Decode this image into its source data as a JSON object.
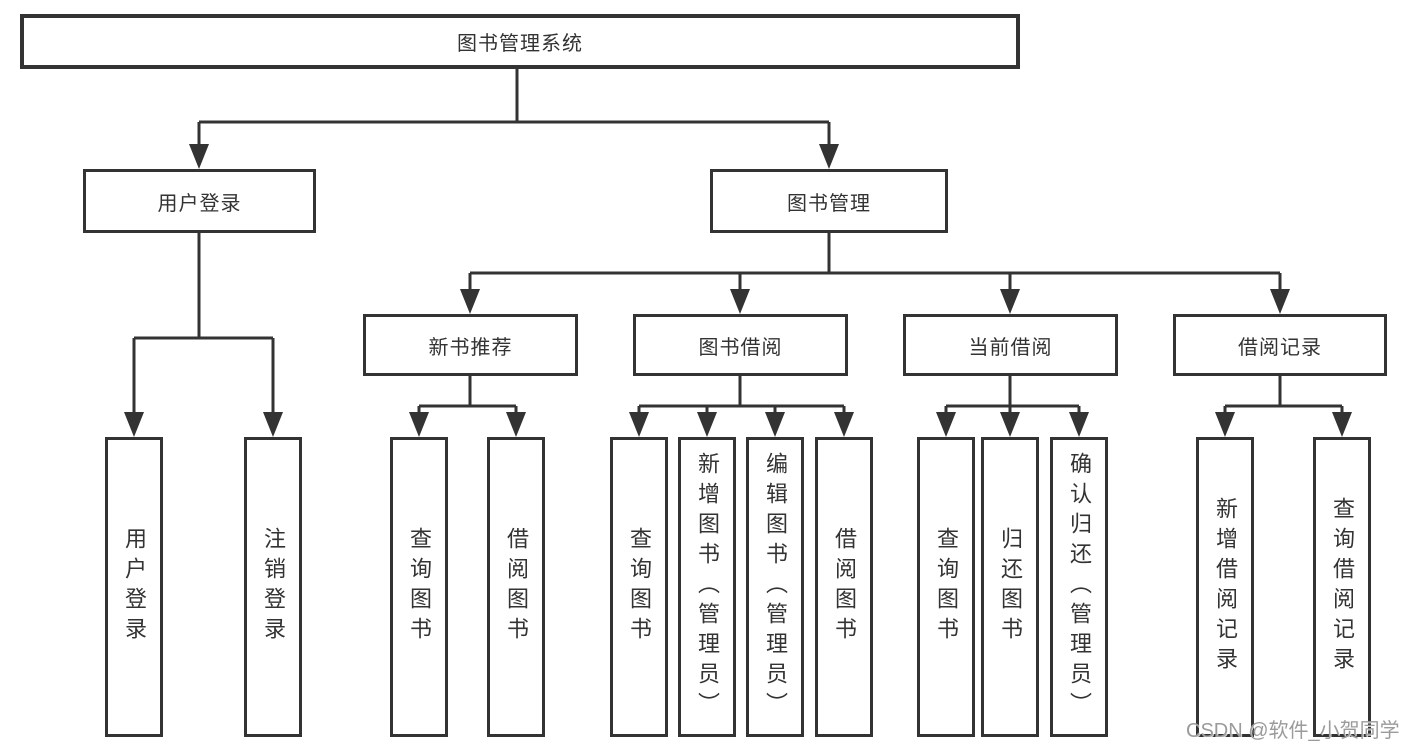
{
  "colors": {
    "background": "#ffffff",
    "box_background": "#ffffff",
    "line": "#333333",
    "text": "#333333",
    "watermark": "#9b9b9b"
  },
  "tree": {
    "root": "图书管理系统",
    "branches": [
      {
        "label": "用户登录",
        "children": [
          "用户登录",
          "注销登录"
        ]
      },
      {
        "label": "图书管理",
        "groups": [
          {
            "label": "新书推荐",
            "children": [
              "查询图书",
              "借阅图书"
            ]
          },
          {
            "label": "图书借阅",
            "children": [
              "查询图书",
              "新增图书（管理员）",
              "编辑图书（管理员）",
              "借阅图书"
            ]
          },
          {
            "label": "当前借阅",
            "children": [
              "查询图书",
              "归还图书",
              "确认归还（管理员）"
            ]
          },
          {
            "label": "借阅记录",
            "children": [
              "新增借阅记录",
              "查询借阅记录"
            ]
          }
        ]
      }
    ]
  },
  "watermark": "CSDN @软件_小贺同学"
}
